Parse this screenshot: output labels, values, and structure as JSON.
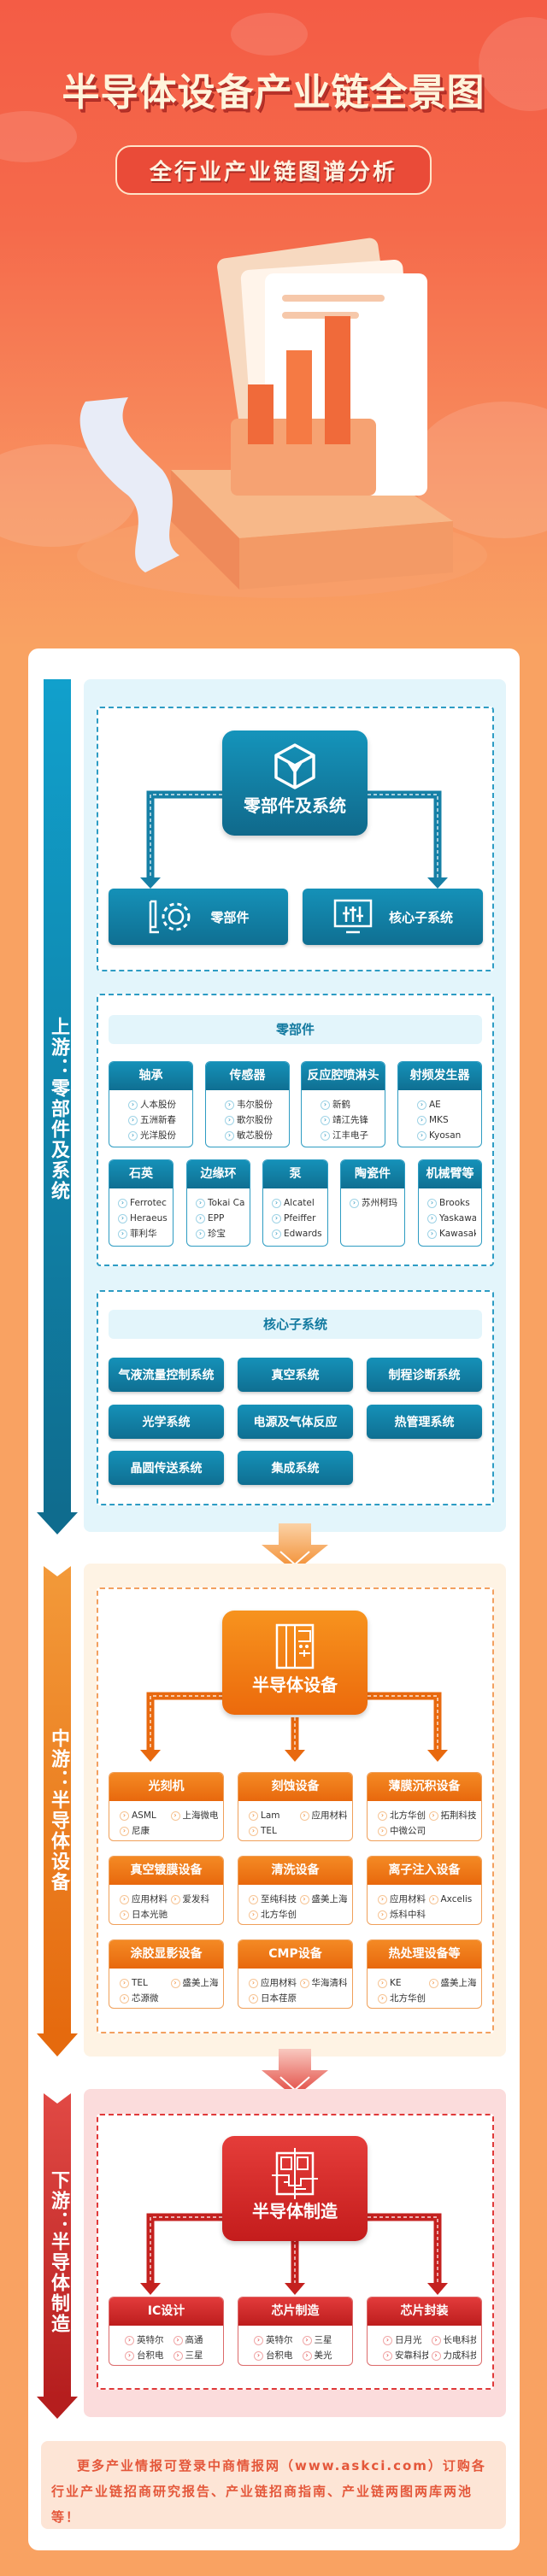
{
  "header": {
    "title": "半导体设备产业链全景图",
    "subtitle": "全行业产业链图谱分析"
  },
  "colors": {
    "upstream": "#0f7fa6",
    "midstream": "#ef7a1a",
    "downstream": "#cc2424",
    "hero_bg": "#f45c45",
    "page_bg": "#f9a262"
  },
  "upstream": {
    "stage_label": "上游：零部件及系统",
    "hub": {
      "label": "零部件及系统",
      "icon": "cube-icon"
    },
    "branches": [
      {
        "label": "零部件",
        "icon": "gear-blueprint-icon"
      },
      {
        "label": "核心子系统",
        "icon": "monitor-sliders-icon"
      }
    ],
    "parts_title": "零部件",
    "parts": [
      {
        "name": "轴承",
        "companies": [
          "人本股份",
          "五洲新春",
          "光洋股份"
        ]
      },
      {
        "name": "传感器",
        "companies": [
          "韦尔股份",
          "歌尔股份",
          "敏芯股份"
        ]
      },
      {
        "name": "反应腔喷淋头",
        "companies": [
          "新鹤",
          "靖江先锋",
          "江丰电子"
        ]
      },
      {
        "name": "射频发生器",
        "companies": [
          "AE",
          "MKS",
          "Kyosan"
        ]
      },
      {
        "name": "石英",
        "companies": [
          "Ferrotec",
          "Heraeus",
          "菲利华"
        ]
      },
      {
        "name": "边缘环",
        "companies": [
          "Tokai Carbon",
          "EPP",
          "珍宝"
        ]
      },
      {
        "name": "泵",
        "companies": [
          "Alcatel",
          "Pfeiffer",
          "Edwards"
        ]
      },
      {
        "name": "陶瓷件",
        "companies": [
          "苏州柯玛"
        ]
      },
      {
        "name": "机械臂等",
        "companies": [
          "Brooks",
          "Yaskawa",
          "Kawasaki"
        ]
      }
    ],
    "subsystems_title": "核心子系统",
    "subsystems": [
      "气液流量控制系统",
      "真空系统",
      "制程诊断系统",
      "光学系统",
      "电源及气体反应",
      "热管理系统",
      "晶圆传送系统",
      "集成系统"
    ]
  },
  "midstream": {
    "stage_label": "中游：半导体设备",
    "hub": {
      "label": "半导体设备",
      "icon": "equipment-cabinet-icon"
    },
    "equipment": [
      {
        "name": "光刻机",
        "companies": [
          "ASML",
          "上海微电子",
          "尼康"
        ]
      },
      {
        "name": "刻蚀设备",
        "companies": [
          "Lam",
          "应用材料",
          "TEL"
        ]
      },
      {
        "name": "薄膜沉积设备",
        "companies": [
          "北方华创",
          "拓荆科技",
          "中微公司"
        ]
      },
      {
        "name": "真空镀膜设备",
        "companies": [
          "应用材料",
          "爱发科",
          "日本光驰"
        ]
      },
      {
        "name": "清洗设备",
        "companies": [
          "至纯科技",
          "盛美上海",
          "北方华创"
        ]
      },
      {
        "name": "离子注入设备",
        "companies": [
          "应用材料",
          "Axcelis",
          "烁科中科信"
        ]
      },
      {
        "name": "涂胶显影设备",
        "companies": [
          "TEL",
          "盛美上海",
          "芯源微"
        ]
      },
      {
        "name": "CMP设备",
        "companies": [
          "应用材料",
          "华海清科",
          "日本荏原"
        ]
      },
      {
        "name": "热处理设备等",
        "companies": [
          "KE",
          "盛美上海",
          "北方华创"
        ]
      }
    ]
  },
  "downstream": {
    "stage_label": "下游：半导体制造",
    "hub": {
      "label": "半导体制造",
      "icon": "chip-layout-icon"
    },
    "segments": [
      {
        "name": "IC设计",
        "companies": [
          "英特尔",
          "高通",
          "台积电",
          "三星"
        ]
      },
      {
        "name": "芯片制造",
        "companies": [
          "英特尔",
          "三星",
          "台积电",
          "美光"
        ]
      },
      {
        "name": "芯片封装",
        "companies": [
          "日月光",
          "长电科技",
          "安靠科技",
          "力成科技"
        ]
      }
    ]
  },
  "footer": {
    "text": "更多产业情报可登录中商情报网（www.askci.com）订购各行业产业链招商研究报告、产业链招商指南、产业链两图两库两池等！"
  }
}
